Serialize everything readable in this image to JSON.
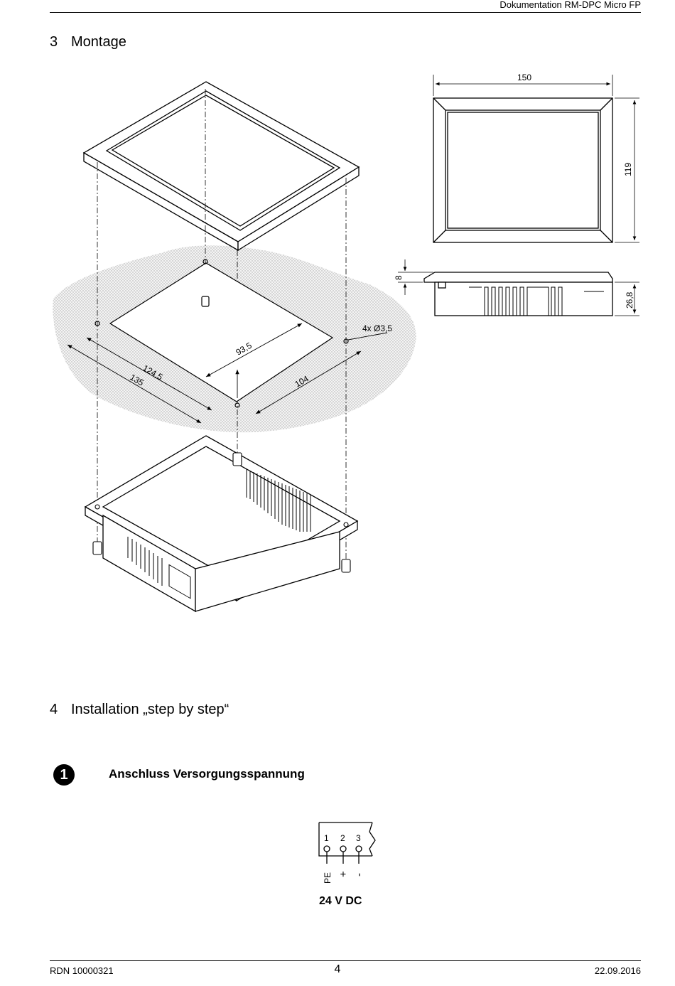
{
  "header": {
    "title": "Dokumentation RM-DPC Micro FP"
  },
  "section3": {
    "number": "3",
    "title": "Montage"
  },
  "drawing": {
    "dim_width": "150",
    "dim_height": "119",
    "dim_front": "8",
    "dim_depth": "26,8",
    "dim_holes": "4x  Ø3,5",
    "dim_93": "93,5",
    "dim_124": "124,5",
    "dim_135": "135",
    "dim_104": "104"
  },
  "section4": {
    "number": "4",
    "title": "Installation „step by step“"
  },
  "step1": {
    "marker": "1",
    "title": "Anschluss Versorgungsspannung"
  },
  "connector": {
    "pin1": "1",
    "pin2": "2",
    "pin3": "3",
    "sig1": "PE",
    "sig2": "+",
    "sig3": "-",
    "voltage": "24 V DC"
  },
  "footer": {
    "doc_number": "RDN 10000321",
    "page": "4",
    "date": "22.09.2016"
  }
}
